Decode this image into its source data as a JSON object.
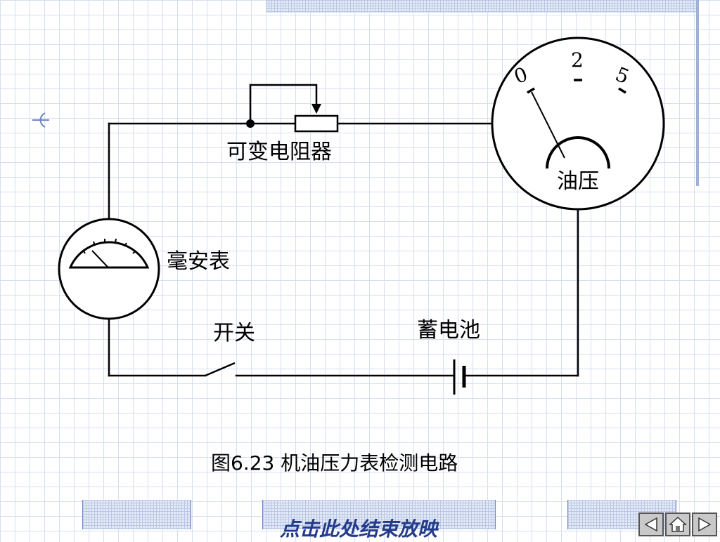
{
  "labels": {
    "rheostat": "可变电阻器",
    "oil_pressure": "油压",
    "milliammeter": "毫安表",
    "switch": "开关",
    "battery": "蓄电池"
  },
  "gauge_scale": [
    "0",
    "2",
    "5"
  ],
  "caption": "图6.23  机油压力表检测电路",
  "end_show": "点击此处结束放映",
  "nav": {
    "prev": "previous-triangle-icon",
    "home": "home-icon",
    "next": "next-triangle-icon"
  }
}
